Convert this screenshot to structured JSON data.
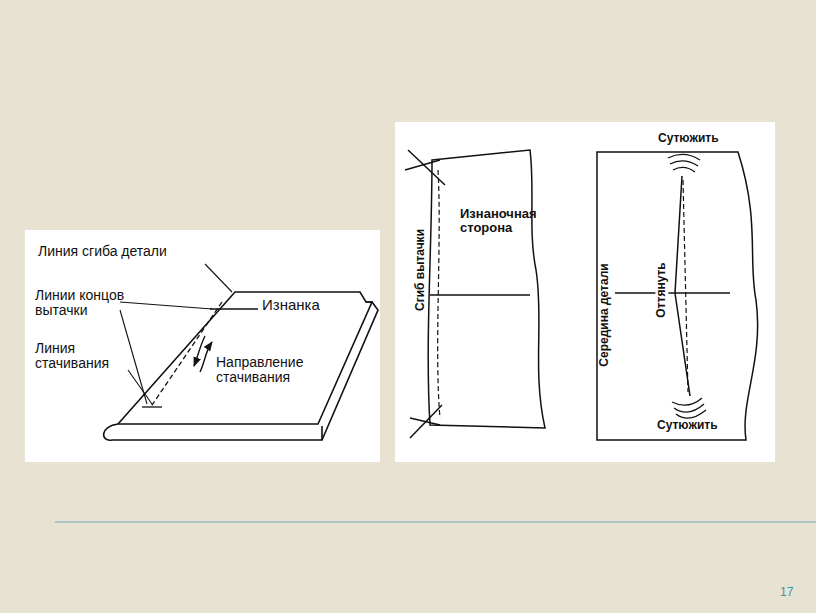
{
  "diagram": {
    "labels": [
      "Линия сгиба детали",
      "Линии концов вытачки",
      "Изнанка",
      "Линия стачивания",
      "Направление стачивания",
      "Изнаночная сторона",
      "Сгиб вытачки",
      "Сутюжить",
      "Середина детали",
      "Оттянуть",
      "Сутюжить",
      "17"
    ]
  }
}
